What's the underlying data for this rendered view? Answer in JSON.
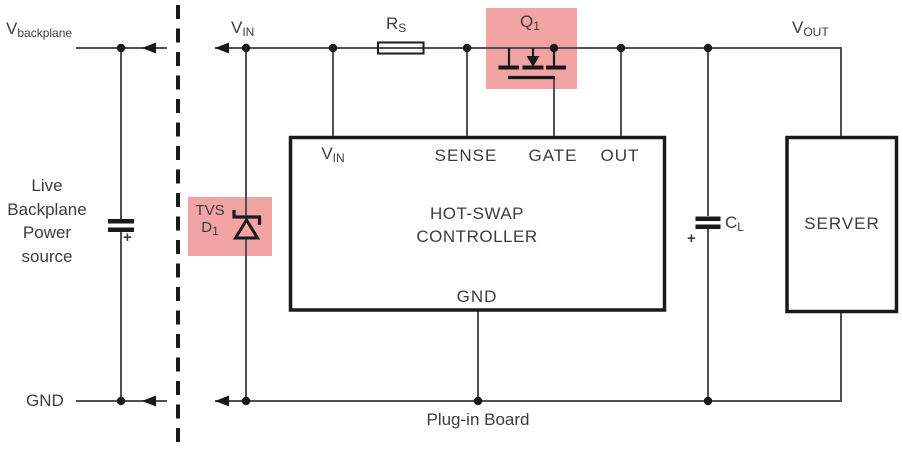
{
  "colors": {
    "highlight": "#F2A3A3",
    "wire": "#4F5053",
    "symbol": "#1A1A1A",
    "text": "#3C3C3C",
    "background": "#FFFFFF"
  },
  "backplane_section": {
    "v_backplane": {
      "main": "V",
      "sub": "backplane"
    },
    "description": "Live\nBackplane\nPower\nsource",
    "gnd_label": "GND",
    "capacitor_plus": "+"
  },
  "board_section": {
    "v_in": {
      "main": "V",
      "sub": "IN"
    },
    "v_out": {
      "main": "V",
      "sub": "OUT"
    },
    "sense_resistor": {
      "main": "R",
      "sub": "S"
    },
    "pass_fet": {
      "main": "Q",
      "sub": "1"
    },
    "tvs_diode": {
      "type_label": "TVS",
      "ref_main": "D",
      "ref_sub": "1"
    },
    "load_capacitor": {
      "ref_main": "C",
      "ref_sub": "L",
      "plus": "+"
    },
    "board_label": "Plug-in Board"
  },
  "hot_swap_controller": {
    "title": "HOT-SWAP\nCONTROLLER",
    "pin_v_in": {
      "main": "V",
      "sub": "IN"
    },
    "pin_sense": "SENSE",
    "pin_gate": "GATE",
    "pin_out": "OUT",
    "pin_gnd": "GND"
  },
  "server_block": {
    "title": "SERVER"
  }
}
